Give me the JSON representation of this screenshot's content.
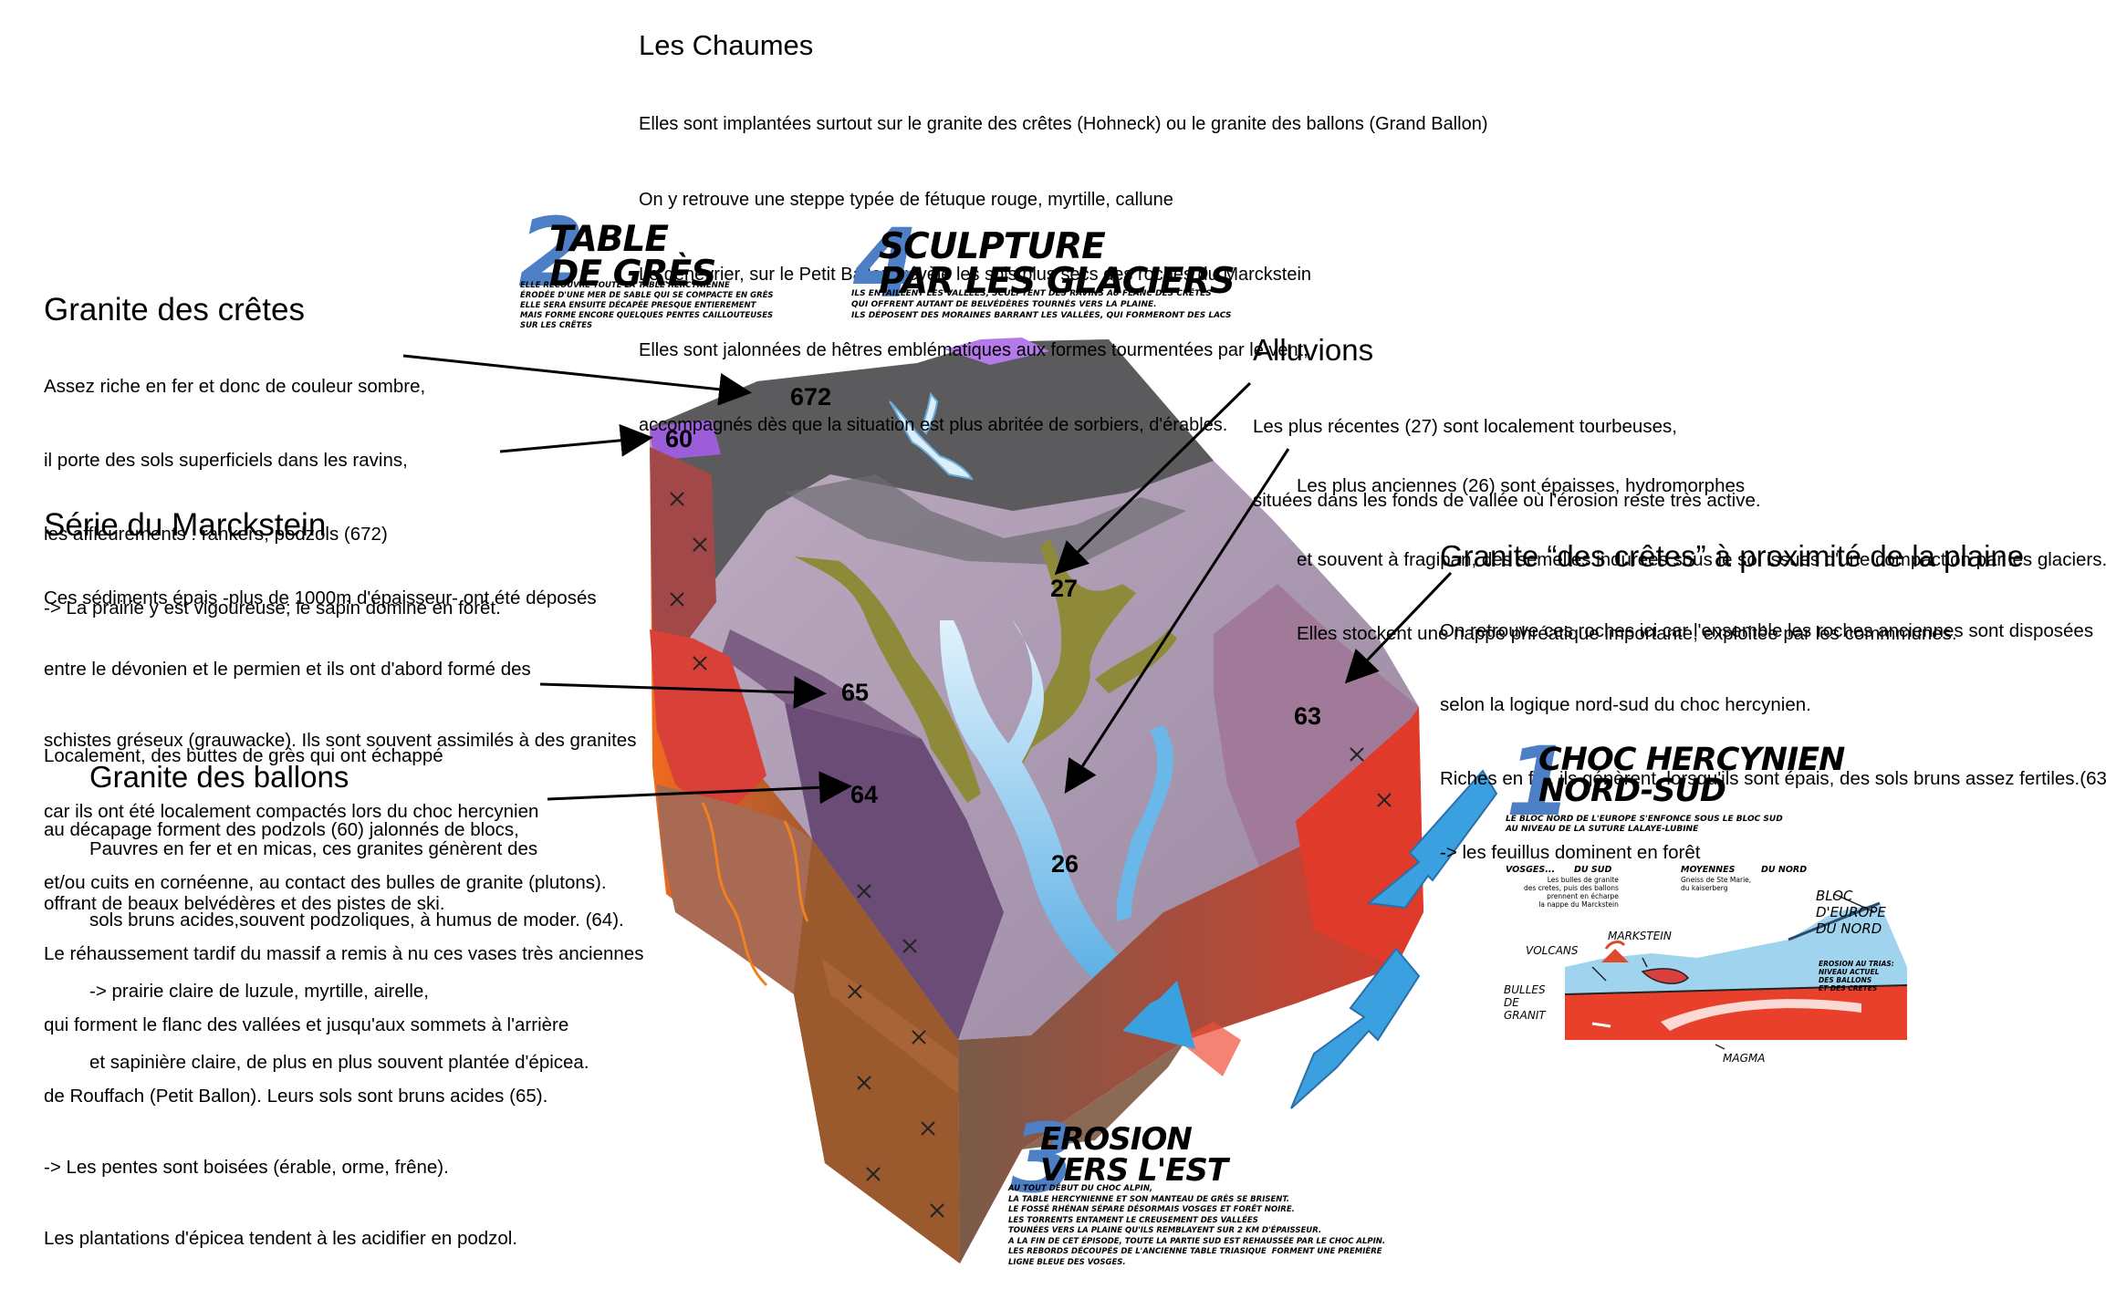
{
  "chaumes": {
    "title": "Les Chaumes",
    "lines": [
      "Elles sont implantées surtout sur le granite des crêtes (Hohneck) ou le granite des ballons (Grand Ballon)",
      "On y retrouve une steppe typée de fétuque rouge, myrtille, callune",
      "Le genévrier, sur le Petit Ballon, révèle les sols plus secs des roches du Marckstein",
      "Elles sont jalonnées de hêtres emblématiques aux formes tourmentées par le vent,",
      "accompagnés dès que la situation est plus abritée de sorbiers, d'érables."
    ]
  },
  "granite_cretes": {
    "title": "Granite des crêtes",
    "lines": [
      "Assez riche en fer et donc de couleur sombre,",
      "il porte des sols superficiels dans les ravins,",
      "les affleurements : rankers, podzols (672)",
      "-> La prairie y est vigoureuse; le sapin domine en forêt.",
      "",
      "Localement, des buttes de grès qui ont échappé",
      "au décapage forment des podzols (60) jalonnés de blocs,",
      "offrant de beaux belvédères et des pistes de ski."
    ]
  },
  "marckstein": {
    "title": "Série du Marckstein",
    "lines": [
      "Ces sédiments épais -plus de 1000m d'épaisseur- ont été déposés",
      "entre le dévonien et le permien et ils ont d'abord formé des",
      "schistes gréseux (grauwacke). Ils sont souvent assimilés à des granites",
      "car ils ont été localement compactés lors du choc hercynien",
      "et/ou cuits en cornéenne, au contact des bulles de granite (plutons).",
      "Le réhaussement tardif du massif a remis à nu ces vases très anciennes",
      "qui forment le flanc des vallées et jusqu'aux sommets à l'arrière",
      "de Rouffach (Petit Ballon). Leurs sols sont bruns acides (65).",
      "-> Les pentes sont boisées (érable, orme, frêne).",
      "Les plantations d'épicea tendent à les acidifier en podzol."
    ]
  },
  "ballons": {
    "title": "Granite des ballons",
    "lines": [
      "Pauvres en fer et en micas, ces granites génèrent des",
      "sols bruns acides,souvent podzoliques, à humus de moder. (64).",
      "-> prairie claire de luzule, myrtille, airelle,",
      "et sapinière claire, de plus en plus souvent plantée d'épicea."
    ]
  },
  "alluvions": {
    "title": "Alluvions",
    "lines_recent": [
      "Les plus récentes (27) sont localement tourbeuses,",
      "situées dans les fonds de vallée où l'érosion reste très active."
    ],
    "lines_old": [
      "Les plus anciennes (26) sont épaisses, hydromorphes",
      "et souvent à fragipan, des semelles indurées sous le sol issues d'une compaction par les glaciers.",
      "Elles stockent une nappe phréatique importante, exploitée par les commmunes."
    ]
  },
  "plaine": {
    "title": "Granite “des crêtes” à proximité de la plaine",
    "lines": [
      "On retrouve ces roches ici car l'ensemble les roches anciennes sont disposées",
      "selon la logique nord-sud du choc hercynien.",
      "Riches en fer, ils génèrent, lorsqu'ils sont épais, des sols bruns assez fertiles.(63)",
      "-> les feuillus dominent en forêt"
    ]
  },
  "step2": {
    "num": "2",
    "title": "TABLE\nDE GRÈS",
    "caption": "ELLE RECOUVRE TOUTE LA TABLE HERCYNIENNE\nÉRODÉE D'UNE MER DE SABLE QUI SE COMPACTE EN GRÈS\nELLE SERA ENSUITE DÉCAPÉE PRESQUE ENTIEREMENT\nMAIS FORME ENCORE QUELQUES PENTES CAILLOUTEUSES\nSUR LES CRÊTES"
  },
  "step4": {
    "num": "4",
    "title": "SCULPTURE\nPAR LES GLACIERS",
    "caption": "ILS ENTAILLENT LES VALLÉES, SCULPTENT DES RAVINS AU FLANC DES CRÊTES\nQUI OFFRENT AUTANT DE BELVÉDÈRES TOURNÉS VERS LA PLAINE.\nILS DÉPOSENT DES MORAINES BARRANT LES VALLÉES, QUI FORMERONT DES LACS"
  },
  "step1": {
    "num": "1",
    "title": "CHOC HERCYNIEN\nNORD-SUD",
    "caption": "LE BLOC NORD DE L'EUROPE S'ENFONCE SOUS LE BLOC SUD\nAU NIVEAU DE LA SUTURE LALAYE-LUBINE"
  },
  "step3": {
    "num": "3",
    "title": "EROSION\nVERS L'EST",
    "caption": "AU TOUT DÉBUT DU CHOC ALPIN,\nLA TABLE HERCYNIENNE ET SON MANTEAU DE GRÈS SE BRISENT.\nLE FOSSÉ RHÉNAN SÉPARE DÉSORMAIS VOSGES ET FORÊT NOIRE.\nLES TORRENTS ENTAMENT LE CREUSEMENT DES VALLÉES\nTOUNÉES VERS LA PLAINE QU'ILS REMBLAYENT SUR 2 KM D'ÉPAISSEUR.\nA LA FIN DE CET ÉPISODE, TOUTE LA PARTIE SUD EST REHAUSSÉE PAR LE CHOC ALPIN.\nLES REBORDS DÉCOUPÉS DE L'ANCIENNE TABLE TRIASIQUE  FORMENT UNE PREMIÈRE\nLIGNE BLEUE DES VOSGES."
  },
  "inset": {
    "vosges": "VOSGES...",
    "sud": "DU SUD",
    "moyennes": "MOYENNES",
    "nord": "DU NORD",
    "sud_desc": "Les bulles de granite\ndes cretes, puis des ballons\nprennent en écharpe\nla nappe du Marckstein",
    "moy_desc": "Gneiss de Ste Marie,\ndu kaiserberg",
    "bloc": "BLOC\nD'EUROPE\nDU NORD",
    "volcans": "VOLCANS",
    "markstein": "MARKSTEIN",
    "bulles": "BULLES\nDE\nGRANIT",
    "magma": "MAGMA",
    "erosion": "EROSION AU TRIAS:\nNIVEAU ACTUEL\nDES BALLONS\nET DES CRETES"
  },
  "zone_labels": [
    "672",
    "60",
    "27",
    "65",
    "63",
    "64",
    "26"
  ],
  "colors": {
    "grey_cretes": "#5b5b5e",
    "purple_lilac": "#a590ac",
    "violet_ballons": "#6a4c76",
    "violet_60": "#9c5ed8",
    "alluvions_green": "#8f8a3a",
    "river_blue": "#5ab0e6",
    "arrow_blue": "#3aa0e0",
    "granite_red": "#c84040",
    "brown_soil": "#9a5a2e",
    "plaine_63": "#a07a98",
    "title_blue": "#4c7fc6"
  }
}
